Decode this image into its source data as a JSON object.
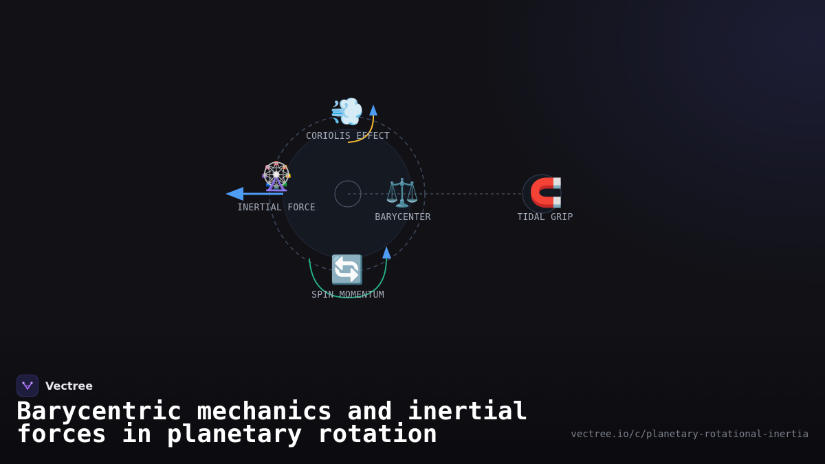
{
  "diagram": {
    "nodes": {
      "coriolis": {
        "label": "CORIOLIS EFFECT",
        "emoji": "💨",
        "icon": "wind-icon"
      },
      "inertial": {
        "label": "INERTIAL FORCE",
        "emoji": "🎡",
        "icon": "ferris-wheel-icon"
      },
      "barycenter": {
        "label": "BARYCENTER",
        "emoji": "⚖️",
        "icon": "balance-scale-icon"
      },
      "tidal": {
        "label": "TIDAL GRIP",
        "emoji": "🧲",
        "icon": "magnet-icon"
      },
      "spin": {
        "label": "SPIN MOMENTUM",
        "emoji": "🔄",
        "icon": "rotate-arrows-icon"
      }
    },
    "colors": {
      "orbit": "#3f4a5e",
      "coriolis_arc": "#f5b731",
      "spin_arc": "#27b88a",
      "arrow": "#4f9cf5",
      "dashed_link": "#5a6272"
    }
  },
  "brand": {
    "name": "Vectree",
    "logo_icon": "vectree-logo-icon"
  },
  "title": "Barycentric mechanics and inertial forces in planetary rotation",
  "source_url": "vectree.io/c/planetary-rotational-inertia"
}
